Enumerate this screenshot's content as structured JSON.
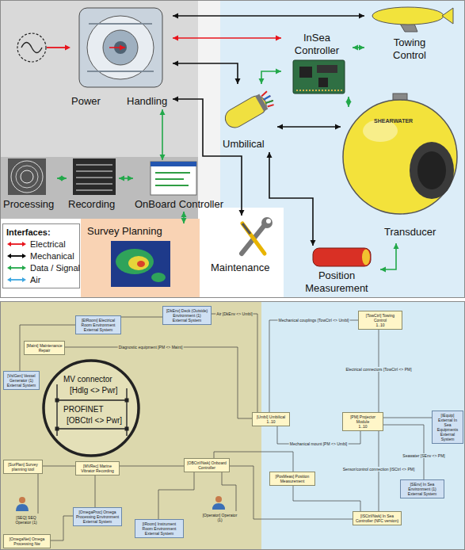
{
  "diagram": {
    "nodes": [
      {
        "text": [
          "Power"
        ]
      },
      {
        "text": [
          "Handling"
        ]
      },
      {
        "text": [
          "Towing Control"
        ]
      },
      {
        "text": [
          "InSea Controller"
        ]
      },
      {
        "text": [
          "Umbilical"
        ]
      },
      {
        "text": [
          "Transducer"
        ]
      },
      {
        "text": [
          "Position Measurement"
        ]
      },
      {
        "text": [
          "Maintenance"
        ]
      },
      {
        "text": [
          "Processing"
        ]
      },
      {
        "text": [
          "Recording"
        ]
      },
      {
        "text": [
          "OnBoard Controller"
        ]
      },
      {
        "text": [
          "Survey Planning"
        ]
      },
      {
        "text": [
          "[Maint] Maintenance Repair"
        ]
      },
      {
        "text": [
          "[ElRoom] Electrical Room Environment",
          "External System"
        ]
      },
      {
        "text": [
          "[DkEnv] Deck (Outside) Environment (1)",
          "External System"
        ]
      },
      {
        "text": [
          "[VslGen] Vessel Generator (1)",
          "External System"
        ]
      },
      {
        "text": [
          "[TowCtrl] Towing Control",
          "1..10"
        ]
      },
      {
        "text": [
          "[Umbl] Umbilical",
          "1..10"
        ]
      },
      {
        "text": [
          "[PM] Projector Module",
          "1..10"
        ]
      },
      {
        "text": [
          "[IEquip] External In Sea Equipments",
          "External System"
        ]
      },
      {
        "text": [
          "[SurPlan] Survey planning tool"
        ]
      },
      {
        "text": [
          "[MVRec] Marine Vibrator Recording"
        ]
      },
      {
        "text": [
          "[OBCtrl/Nwk] Onboard Controller"
        ]
      },
      {
        "text": [
          "[PosMeas] Position Measurement"
        ]
      },
      {
        "text": [
          "[SEnv] In Sea Environment (1)",
          "External System"
        ]
      },
      {
        "text": [
          "[SEQ] SEQ Operator (1)"
        ]
      },
      {
        "text": [
          "[Operator] Operator (1)"
        ]
      },
      {
        "text": [
          "[OmegaProc] Omega Processing Environment",
          "External System"
        ]
      },
      {
        "text": [
          "[IRoom] Instrument Room Environment",
          "External System"
        ]
      },
      {
        "text": [
          "[ISCtrl/Nwk] In Sea Controller (NFC version)"
        ]
      },
      {
        "text": [
          "[OmegaNet] Omega Processing Nw"
        ]
      }
    ],
    "edges": [
      {
        "from": 0,
        "to": 1,
        "arrow": "to"
      },
      {
        "from": 1,
        "to": 2,
        "arrow": "both"
      },
      {
        "from": 1,
        "to": 3,
        "arrow": "both"
      },
      {
        "from": 1,
        "to": 4,
        "arrow": "both"
      },
      {
        "from": 10,
        "to": 1,
        "arrow": "both"
      },
      {
        "from": 1,
        "to": 7,
        "arrow": "both"
      },
      {
        "from": 8,
        "to": 9,
        "arrow": "both"
      },
      {
        "from": 9,
        "to": 10,
        "arrow": "both"
      },
      {
        "from": 11,
        "to": 10,
        "arrow": "both"
      },
      {
        "from": 4,
        "to": 3,
        "arrow": "both"
      },
      {
        "from": 4,
        "to": 5,
        "arrow": "both"
      },
      {
        "from": 3,
        "to": 5,
        "arrow": "both"
      },
      {
        "from": 3,
        "to": 2,
        "arrow": "both"
      },
      {
        "from": 6,
        "to": 5,
        "arrow": "both"
      },
      {
        "from": 4,
        "to": 6,
        "arrow": "both"
      },
      {
        "from": 16,
        "to": 17,
        "label": "Mechanical couplings [TowCtrl <> Umbl]",
        "arrow": "none"
      },
      {
        "from": 17,
        "to": 18,
        "label": "Mechanical mount [PM <> Umbl]",
        "arrow": "none"
      },
      {
        "from": 16,
        "to": 18,
        "label": "Electrical connectors [TowCtrl <> PM]",
        "arrow": "none"
      },
      {
        "from": 14,
        "to": 17,
        "label": "Air [DkEnv <> Umbl]",
        "arrow": "none"
      },
      {
        "from": 12,
        "to": 17,
        "label": "Diagnostic equipment [PM <> Maint]",
        "arrow": "none"
      },
      {
        "from": 18,
        "to": 24,
        "label": "Seawater [SEnv <> PM]",
        "arrow": "none"
      },
      {
        "from": 18,
        "to": 19,
        "arrow": "none"
      },
      {
        "from": 23,
        "to": 22,
        "arrow": "none"
      },
      {
        "from": 29,
        "to": 22,
        "arrow": "none"
      },
      {
        "from": 29,
        "to": 18,
        "label": "Sensor/control connection [ISCtrl <> PM]",
        "arrow": "none"
      },
      {
        "from": 21,
        "to": 22,
        "arrow": "none"
      },
      {
        "from": 20,
        "to": 21,
        "arrow": "none"
      },
      {
        "from": 27,
        "to": 21,
        "arrow": "none"
      },
      {
        "from": 22,
        "to": 28,
        "arrow": "none"
      },
      {
        "from": 25,
        "to": 20,
        "arrow": "none"
      },
      {
        "from": 26,
        "to": 22,
        "arrow": "none"
      },
      {
        "from": 30,
        "to": 27,
        "arrow": "none"
      },
      {
        "from": 23,
        "to": 29,
        "arrow": "none"
      },
      {
        "from": 15,
        "to": 13,
        "arrow": "none"
      },
      {
        "from": 13,
        "to": 14,
        "arrow": "none"
      }
    ],
    "labels": [
      "Interfaces:",
      "SHEARWATER",
      "MV connector",
      "[Hdlg <> Pwr]",
      "PROFINET",
      "[OBCtrl <> Pwr]"
    ],
    "legend": [
      {
        "text": "Electrical",
        "color": "#e8141c"
      },
      {
        "text": "Mechanical",
        "color": "#000000"
      },
      {
        "text": "Data / Signal",
        "color": "#22a84a"
      },
      {
        "text": "Air",
        "color": "#3ea6e0"
      }
    ]
  }
}
